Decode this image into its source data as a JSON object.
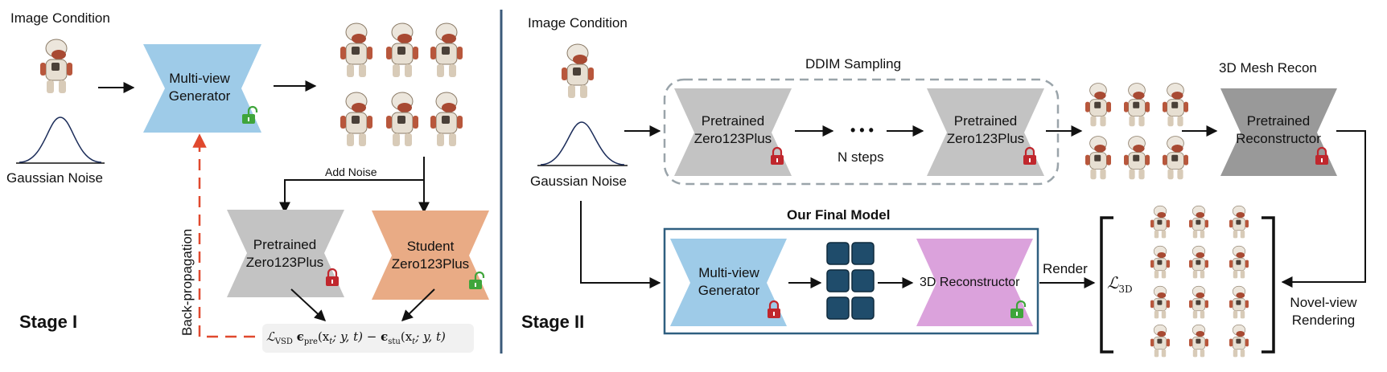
{
  "colors": {
    "generator_blue": "#9ecbe8",
    "pretrained_gray": "#c3c3c3",
    "student_orange": "#e9ab85",
    "reconstructor_dark_gray": "#999999",
    "reconstructor_pink": "#dba2dc",
    "backprop_red": "#e0492e",
    "divider_blue": "#3b5a7a",
    "feature_grid_blue": "#1f4c6b",
    "final_box_border": "#2f5f80",
    "lock_red": "#c0272d",
    "unlock_green": "#3fa53b"
  },
  "stage1": {
    "title": "Stage I",
    "image_condition": "Image Condition",
    "gaussian_noise": "Gaussian Noise",
    "generator": [
      "Multi-view",
      "Generator"
    ],
    "add_noise": "Add Noise",
    "pretrained": [
      "Pretrained",
      "Zero123Plus"
    ],
    "student": [
      "Student",
      "Zero123Plus"
    ],
    "backprop": "Back-propagation",
    "loss": {
      "name": "ℒ",
      "sub": "VSD",
      "eps_pre": "ϵ",
      "pre_sub": "pre",
      "args1": "(x",
      "t1": "t",
      "rest1": "; y, t) − ",
      "eps_stu": "ϵ",
      "stu_sub": "stu",
      "args2": "(x",
      "t2": "t",
      "rest2": "; y, t)"
    }
  },
  "stage2": {
    "title": "Stage II",
    "image_condition": "Image Condition",
    "gaussian_noise": "Gaussian Noise",
    "ddim": "DDIM Sampling",
    "pretrained_a": [
      "Pretrained",
      "Zero123Plus"
    ],
    "ellipsis": "• • •",
    "n_steps": "N steps",
    "pretrained_b": [
      "Pretrained",
      "Zero123Plus"
    ],
    "mesh_recon_title": "3D Mesh Recon",
    "reconstructor": [
      "Pretrained",
      "Reconstructor"
    ],
    "final_model": "Our Final Model",
    "mv_generator": [
      "Multi-view",
      "Generator"
    ],
    "recon_3d": "3D Reconstructor",
    "render": "Render",
    "loss3d": {
      "name": "ℒ",
      "sub": "3D"
    },
    "novel_view": [
      "Novel-view",
      "Rendering"
    ]
  },
  "icons": [
    "robot-figure-icon",
    "lock-icon",
    "unlock-icon",
    "gaussian-curve-icon"
  ]
}
